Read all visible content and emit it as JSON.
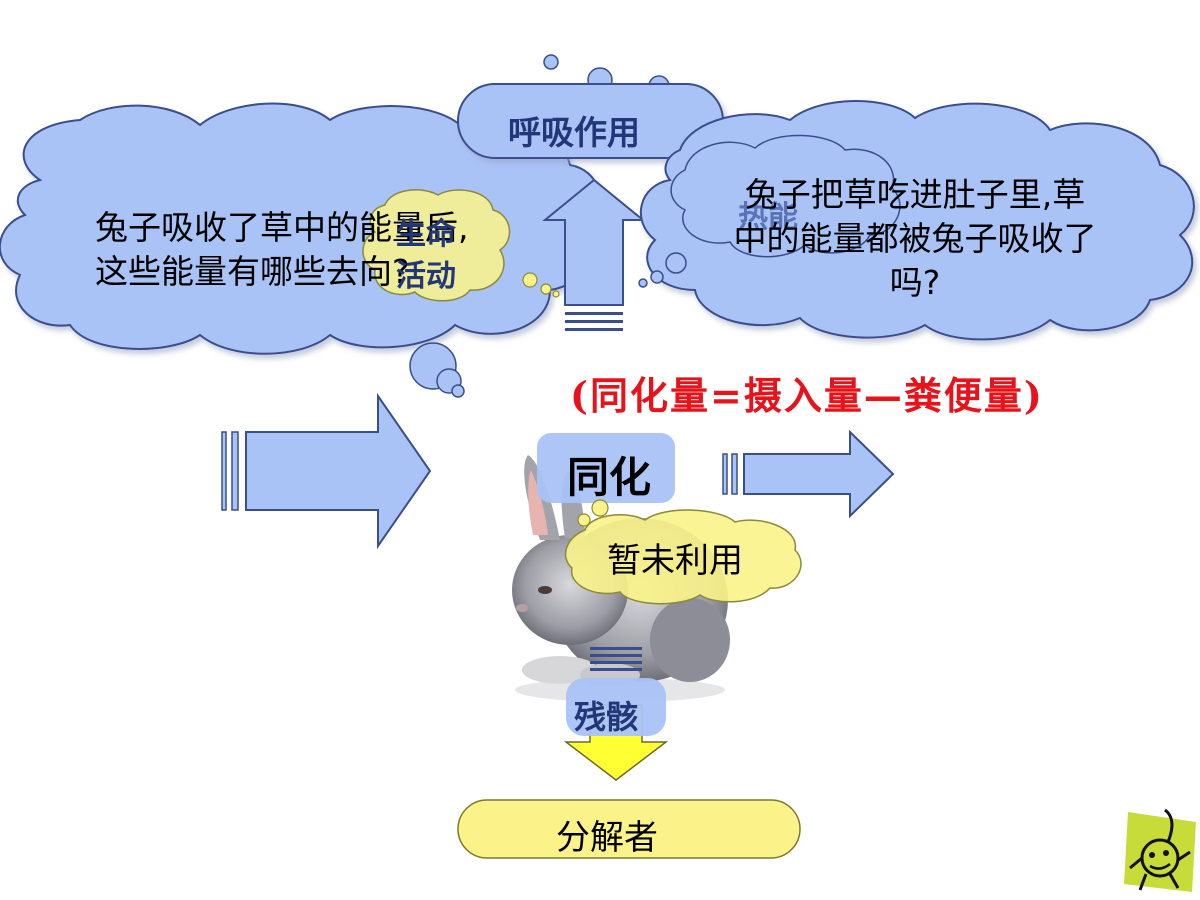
{
  "left_bubble": {
    "line1": "兔子吸收了草中的能量后,",
    "line2": "这些能量有哪些去向?"
  },
  "right_bubble": {
    "line1": "兔子把草吃进肚子里,草",
    "line2": "中的能量都被兔子吸收了",
    "line3": "吗?"
  },
  "respiration_label": "呼吸作用",
  "life_activity_label": {
    "line1": "生命",
    "line2": "活动"
  },
  "heat_label": "热能",
  "formula": "(同化量=摄入量—粪便量)",
  "assimilation_label": "同化",
  "unused_label": "暂未利用",
  "remains_label": "残骸",
  "decomposer_label": "分解者",
  "colors": {
    "cloud_blue": "#a9c3f7",
    "cloud_stroke": "#3a4e8c",
    "label_yellow": "#fbf38a",
    "arrow_yellow": "#ffff33",
    "formula_red": "#e8131a",
    "logo_green": "#c7dc38"
  }
}
